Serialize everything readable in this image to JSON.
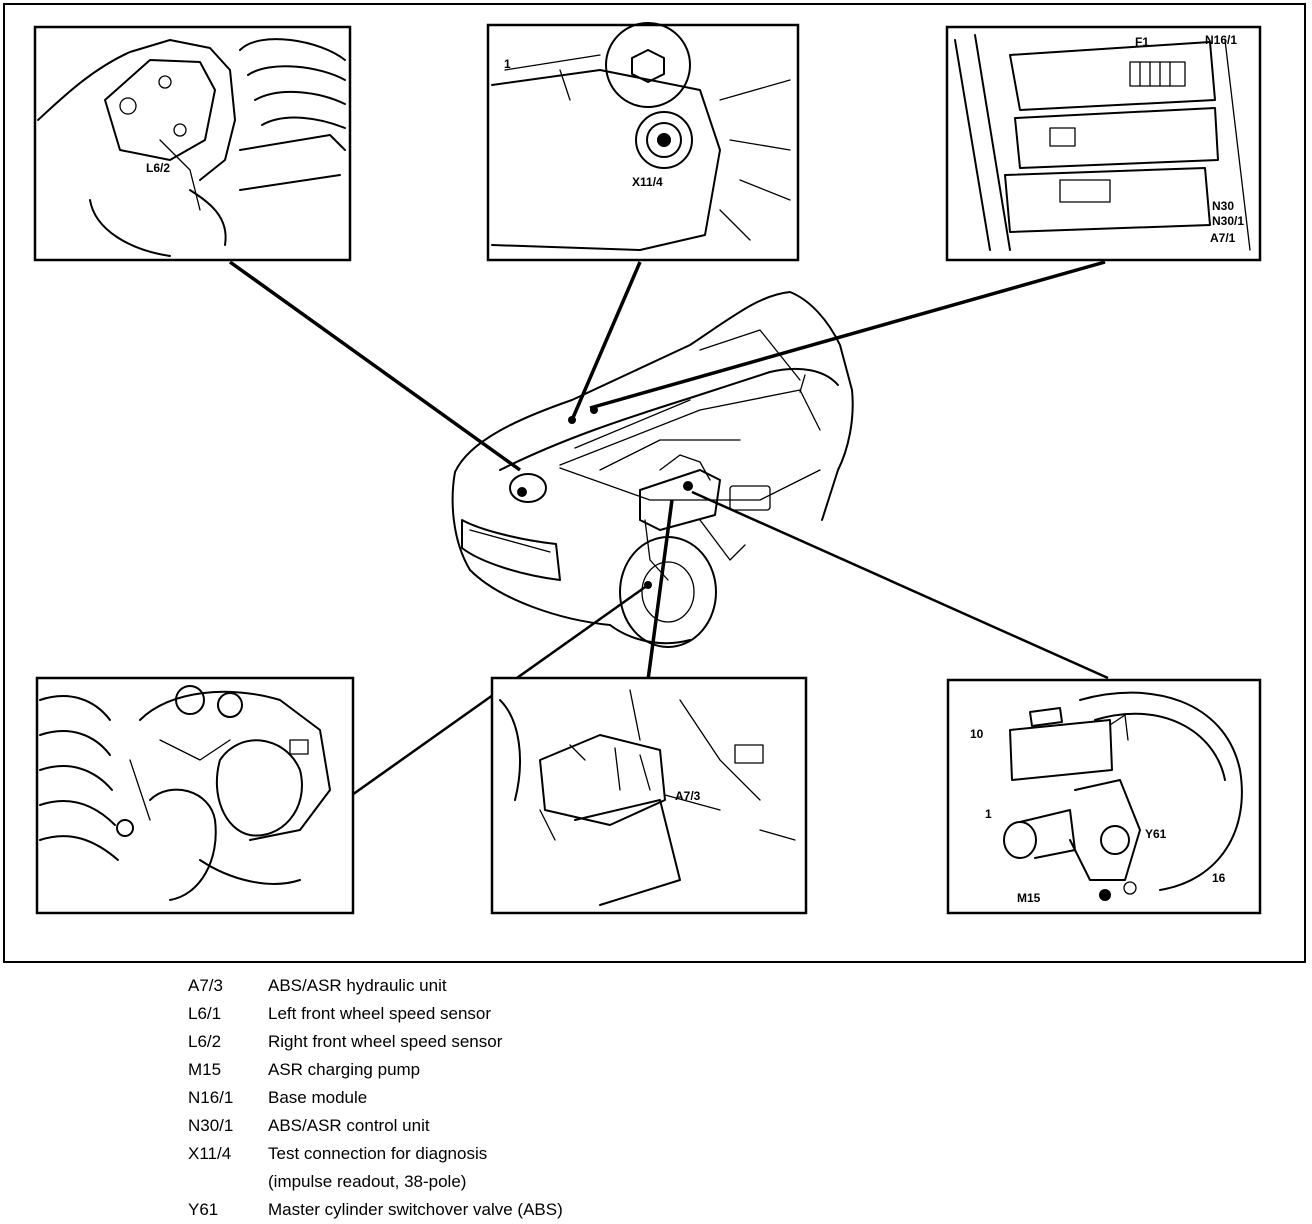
{
  "callouts": {
    "l62": "L6/2",
    "x114": "X11/4",
    "num1_top": "1",
    "f1": "F1",
    "n161": "N16/1",
    "n30": "N30",
    "n301": "N30/1",
    "a73_small": "A7/1",
    "a73": "A7/3",
    "num10": "10",
    "num1": "1",
    "y61": "Y61",
    "m15": "M15",
    "num16": "16"
  },
  "legend": [
    {
      "code": "A7/3",
      "desc": "ABS/ASR hydraulic unit"
    },
    {
      "code": "L6/1",
      "desc": "Left front wheel speed sensor"
    },
    {
      "code": "L6/2",
      "desc": "Right front wheel speed sensor"
    },
    {
      "code": "M15",
      "desc": "ASR charging pump"
    },
    {
      "code": "N16/1",
      "desc": "Base module"
    },
    {
      "code": "N30/1",
      "desc": "ABS/ASR control unit"
    },
    {
      "code": "X11/4",
      "desc": "Test connection for diagnosis"
    },
    {
      "code": "",
      "desc": "(impulse readout, 38-pole)"
    },
    {
      "code": "Y61",
      "desc": "Master cylinder switchover valve (ABS)"
    }
  ]
}
